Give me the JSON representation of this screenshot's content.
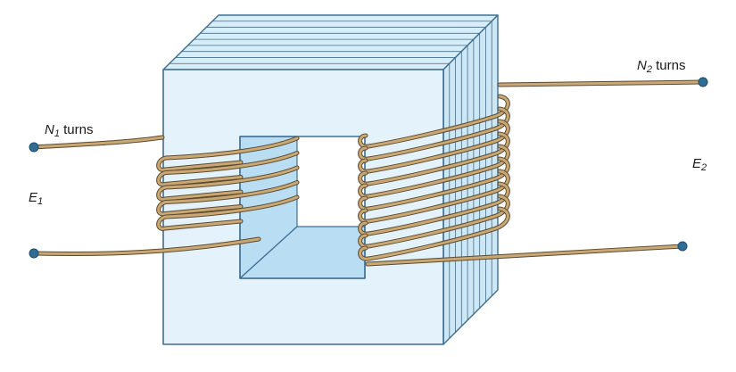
{
  "labels": {
    "primary_turns": {
      "symbol": "N",
      "subscript": "1",
      "text": "turns"
    },
    "secondary_turns": {
      "symbol": "N",
      "subscript": "2",
      "text": "turns"
    },
    "primary_emf": {
      "symbol": "E",
      "subscript": "1"
    },
    "secondary_emf": {
      "symbol": "E",
      "subscript": "2"
    }
  },
  "colors": {
    "core_front": "#e4f3fb",
    "core_top": "#d7edf8",
    "core_side": "#cde7f5",
    "window_shade": "#b9ddf2",
    "outline": "#3f6e8f",
    "wire": "#c9a873",
    "wire_edge": "#5c4a32",
    "terminal": "#2f6c96"
  },
  "primary_coil": {
    "turns_drawn": 5
  },
  "secondary_coil": {
    "turns_drawn": 10
  }
}
